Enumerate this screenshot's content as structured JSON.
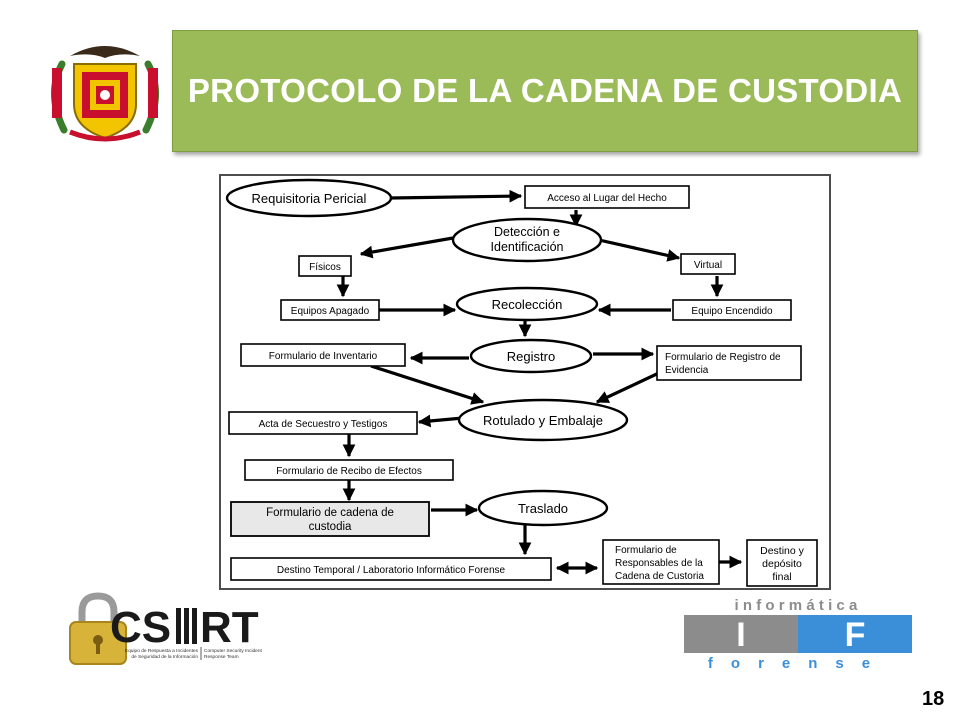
{
  "slide": {
    "title": "PROTOCOLO DE LA CADENA DE CUSTODIA",
    "page_number": "18"
  },
  "diagram": {
    "nodes": {
      "requisitoria": "Requisitoria Pericial",
      "acceso": "Acceso al Lugar del Hecho",
      "deteccion_1": "Detección e",
      "deteccion_2": "Identificación",
      "fisicos": "Físicos",
      "virtual": "Virtual",
      "equipos_apagado": "Equipos Apagado",
      "recoleccion": "Recolección",
      "equipo_encendido": "Equipo Encendido",
      "formulario_inventario": "Formulario de Inventario",
      "registro": "Registro",
      "formulario_registro_1": "Formulario de Registro de",
      "formulario_registro_2": "Evidencia",
      "acta": "Acta de Secuestro y Testigos",
      "rotulado": "Rotulado y Embalaje",
      "recibo": "Formulario de Recibo de Efectos",
      "cadena_1": "Formulario de cadena de",
      "cadena_2": "custodia",
      "traslado": "Traslado",
      "destino_temporal": "Destino Temporal / Laboratorio Informático Forense",
      "responsables_1": "Formulario de",
      "responsables_2": "Responsables de la",
      "responsables_3": "Cadena de Custoria",
      "destino_final_1": "Destino y",
      "destino_final_2": "depósito",
      "destino_final_3": "final"
    }
  },
  "logos": {
    "csirt": {
      "brand_1": "CS",
      "brand_2": "RT",
      "caption_left_1": "Equipo de Respuesta a Incidentes",
      "caption_left_2": "de Seguridad de la Información",
      "caption_right_1": "Computer Security Incident",
      "caption_right_2": "Response Team"
    },
    "informatica_forense": {
      "top_word": "informática",
      "bottom_word": "forense",
      "letter_1": "I",
      "letter_2": "F"
    }
  },
  "colors": {
    "banner": "#9bbb59",
    "banner_text": "#ffffff",
    "diagram_border": "#4d4d4d",
    "node_fill": "#ffffff",
    "shaded_node": "#e8e8e8",
    "if_blue": "#3b8fd9",
    "if_gray": "#8c8c8c",
    "seal_red": "#c8102e",
    "seal_yellow": "#f2c500",
    "seal_green": "#3a7d2c",
    "lock_gold": "#d8b33a"
  }
}
